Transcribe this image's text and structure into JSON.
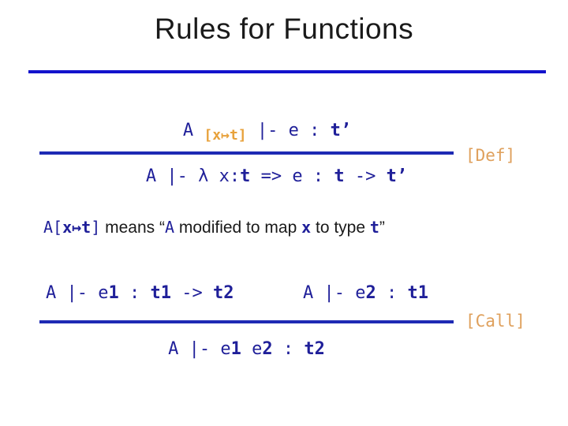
{
  "slide": {
    "title": "Rules for Functions",
    "colors": {
      "navy_text": "#1f1f99",
      "rule_line_blue": "#1e2ab4",
      "title_line_blue": "#1212cc",
      "orange": "#e8a23c",
      "label_orange": "#dfa05c",
      "title_black": "#1a1a1a"
    },
    "rules": {
      "def": {
        "label": "[Def]",
        "premise": [
          {
            "s": "code",
            "t": "A "
          },
          {
            "s": "orange-sub",
            "t": "[x↦t]"
          },
          {
            "s": "code",
            "t": " |- e : "
          },
          {
            "s": "code-bold",
            "t": "t’"
          }
        ],
        "conclusion": [
          {
            "s": "code",
            "t": "A |- λ x:"
          },
          {
            "s": "code-bold",
            "t": "t"
          },
          {
            "s": "code",
            "t": " => e : "
          },
          {
            "s": "code-bold",
            "t": "t"
          },
          {
            "s": "code",
            "t": " -> "
          },
          {
            "s": "code-bold",
            "t": "t’"
          }
        ]
      },
      "call": {
        "label": "[Call]",
        "premise_left": [
          {
            "s": "code",
            "t": "A |- e"
          },
          {
            "s": "code-bold",
            "t": "1"
          },
          {
            "s": "code",
            "t": " : "
          },
          {
            "s": "code-bold",
            "t": "t1"
          },
          {
            "s": "code",
            "t": " -> "
          },
          {
            "s": "code-bold",
            "t": "t2"
          }
        ],
        "premise_right": [
          {
            "s": "code",
            "t": "A |- e"
          },
          {
            "s": "code-bold",
            "t": "2"
          },
          {
            "s": "code",
            "t": " : "
          },
          {
            "s": "code-bold",
            "t": "t1"
          }
        ],
        "conclusion": [
          {
            "s": "code",
            "t": "A |- e"
          },
          {
            "s": "code-bold",
            "t": "1"
          },
          {
            "s": "code",
            "t": " e"
          },
          {
            "s": "code-bold",
            "t": "2"
          },
          {
            "s": "code",
            "t": " : "
          },
          {
            "s": "code-bold",
            "t": "t2"
          }
        ]
      }
    },
    "note": [
      {
        "s": "code",
        "t": "A["
      },
      {
        "s": "code-bold",
        "t": "x↦t"
      },
      {
        "s": "code",
        "t": "]"
      },
      {
        "s": "text",
        "t": " means “"
      },
      {
        "s": "code",
        "t": "A"
      },
      {
        "s": "text",
        "t": " modified to map "
      },
      {
        "s": "code-bold",
        "t": "x"
      },
      {
        "s": "text",
        "t": " to type "
      },
      {
        "s": "code-bold",
        "t": "t"
      },
      {
        "s": "text",
        "t": "”"
      }
    ]
  }
}
